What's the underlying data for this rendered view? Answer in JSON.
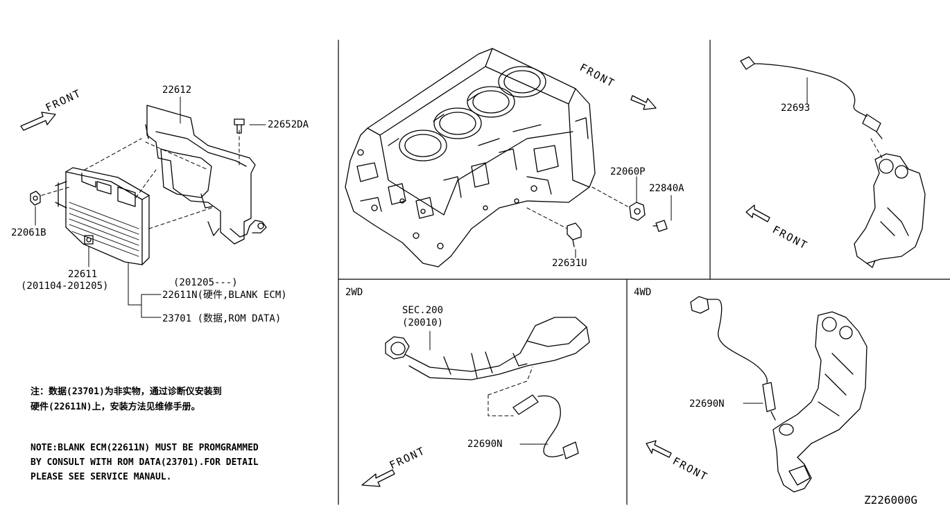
{
  "parts": {
    "p22612": "22612",
    "p22652DA": "22652DA",
    "p22061B": "22061B",
    "p22611": "22611",
    "p22611_range": "(201104-201205)",
    "p_range2": "(201205---)",
    "p22611N": "22611N(硬件,BLANK ECM)",
    "p23701": "23701 (数据,ROM DATA)",
    "p22060P": "22060P",
    "p22840A": "22840A",
    "p22631U": "22631U",
    "p22693": "22693",
    "p22690N_2wd": "22690N",
    "p22690N_4wd": "22690N",
    "sec200": "SEC.200",
    "sec200_sub": "(20010)"
  },
  "sections": {
    "twowd": "2WD",
    "fourwd": "4WD"
  },
  "front_label": "FRONT",
  "notes": {
    "cn_line1": "注：数据(23701)为非实物，通过诊断仪安装到",
    "cn_line2": "硬件(22611N)上，安装方法见维修手册。",
    "en_line1": "NOTE:BLANK ECM(22611N) MUST BE PROMGRAMMED",
    "en_line2": "BY CONSULT WITH ROM DATA(23701).FOR DETAIL",
    "en_line3": "PLEASE SEE SERVICE MANAUL."
  },
  "diagram_code": "Z226000G"
}
